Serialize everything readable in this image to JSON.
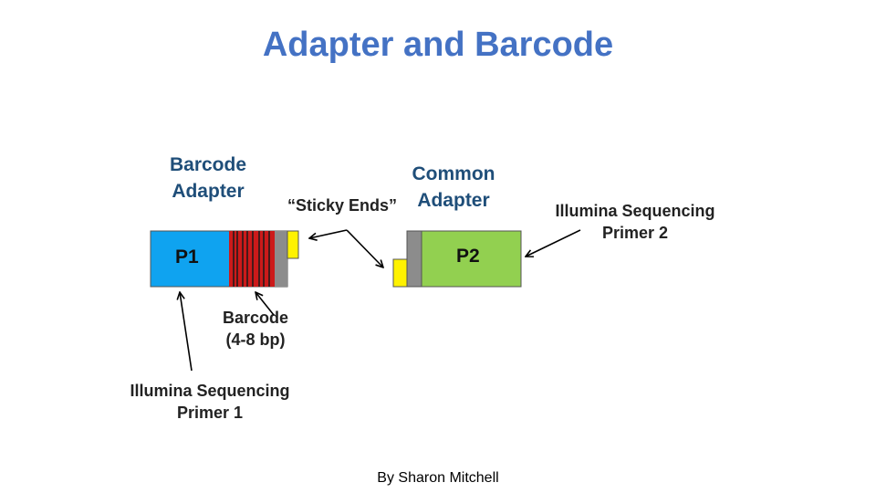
{
  "title": "Adapter and Barcode",
  "labels": {
    "barcode_adapter_line1": "Barcode",
    "barcode_adapter_line2": "Adapter",
    "sticky_ends": "“Sticky Ends”",
    "common_adapter_line1": "Common",
    "common_adapter_line2": "Adapter",
    "primer2_line1": "Illumina Sequencing",
    "primer2_line2": "Primer 2",
    "barcode_line1": "Barcode",
    "barcode_line2": "(4-8 bp)",
    "primer1_line1": "Illumina Sequencing",
    "primer1_line2": "Primer 1",
    "p1": "P1",
    "p2": "P2"
  },
  "credit": "By Sharon Mitchell",
  "colors": {
    "title": "#4472C4",
    "label_blue": "#1F4E79",
    "p1_fill": "#0FA3F0",
    "barcode_red": "#CC1A1A",
    "stub_gray": "#8C8C8C",
    "sticky_yellow": "#FFF200",
    "p2_fill": "#92D050"
  },
  "icons": [
    "arrow-icon"
  ]
}
